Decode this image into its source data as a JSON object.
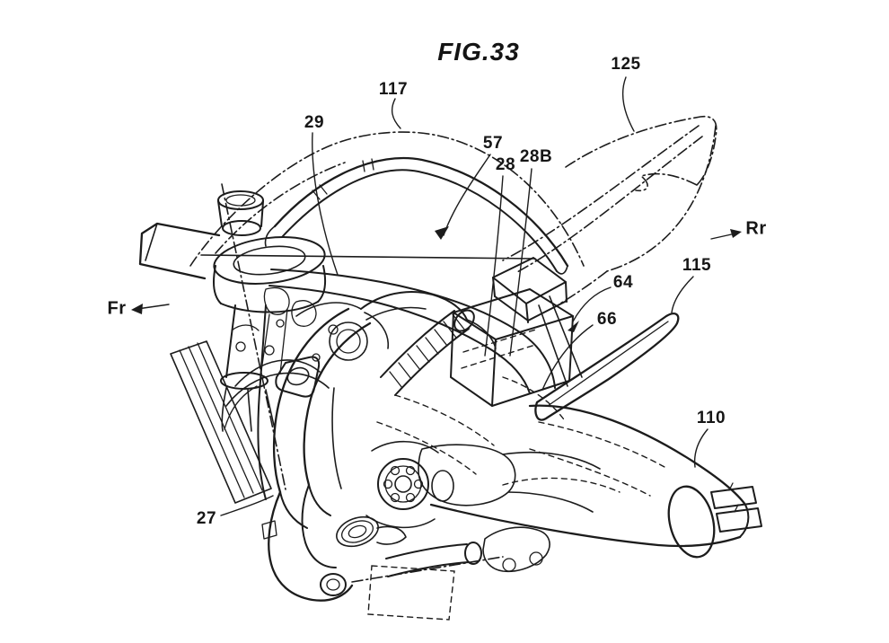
{
  "figure": {
    "title": "FIG.33",
    "kind": "patent line drawing",
    "subject": "motorcycle frame, engine, intake, rear suspension and muffler assembly (perspective view)"
  },
  "reference_labels": [
    {
      "ref": "117"
    },
    {
      "ref": "29"
    },
    {
      "ref": "57"
    },
    {
      "ref": "28"
    },
    {
      "ref": "28B"
    },
    {
      "ref": "125"
    },
    {
      "ref": "115"
    },
    {
      "ref": "64"
    },
    {
      "ref": "66"
    },
    {
      "ref": "110"
    },
    {
      "ref": "27"
    }
  ],
  "direction_indicators": [
    {
      "label": "Fr",
      "meaning": "front"
    },
    {
      "label": "Rr",
      "meaning": "rear"
    }
  ],
  "style": {
    "line_color": "#1c1c1c",
    "background_color": "#ffffff"
  }
}
